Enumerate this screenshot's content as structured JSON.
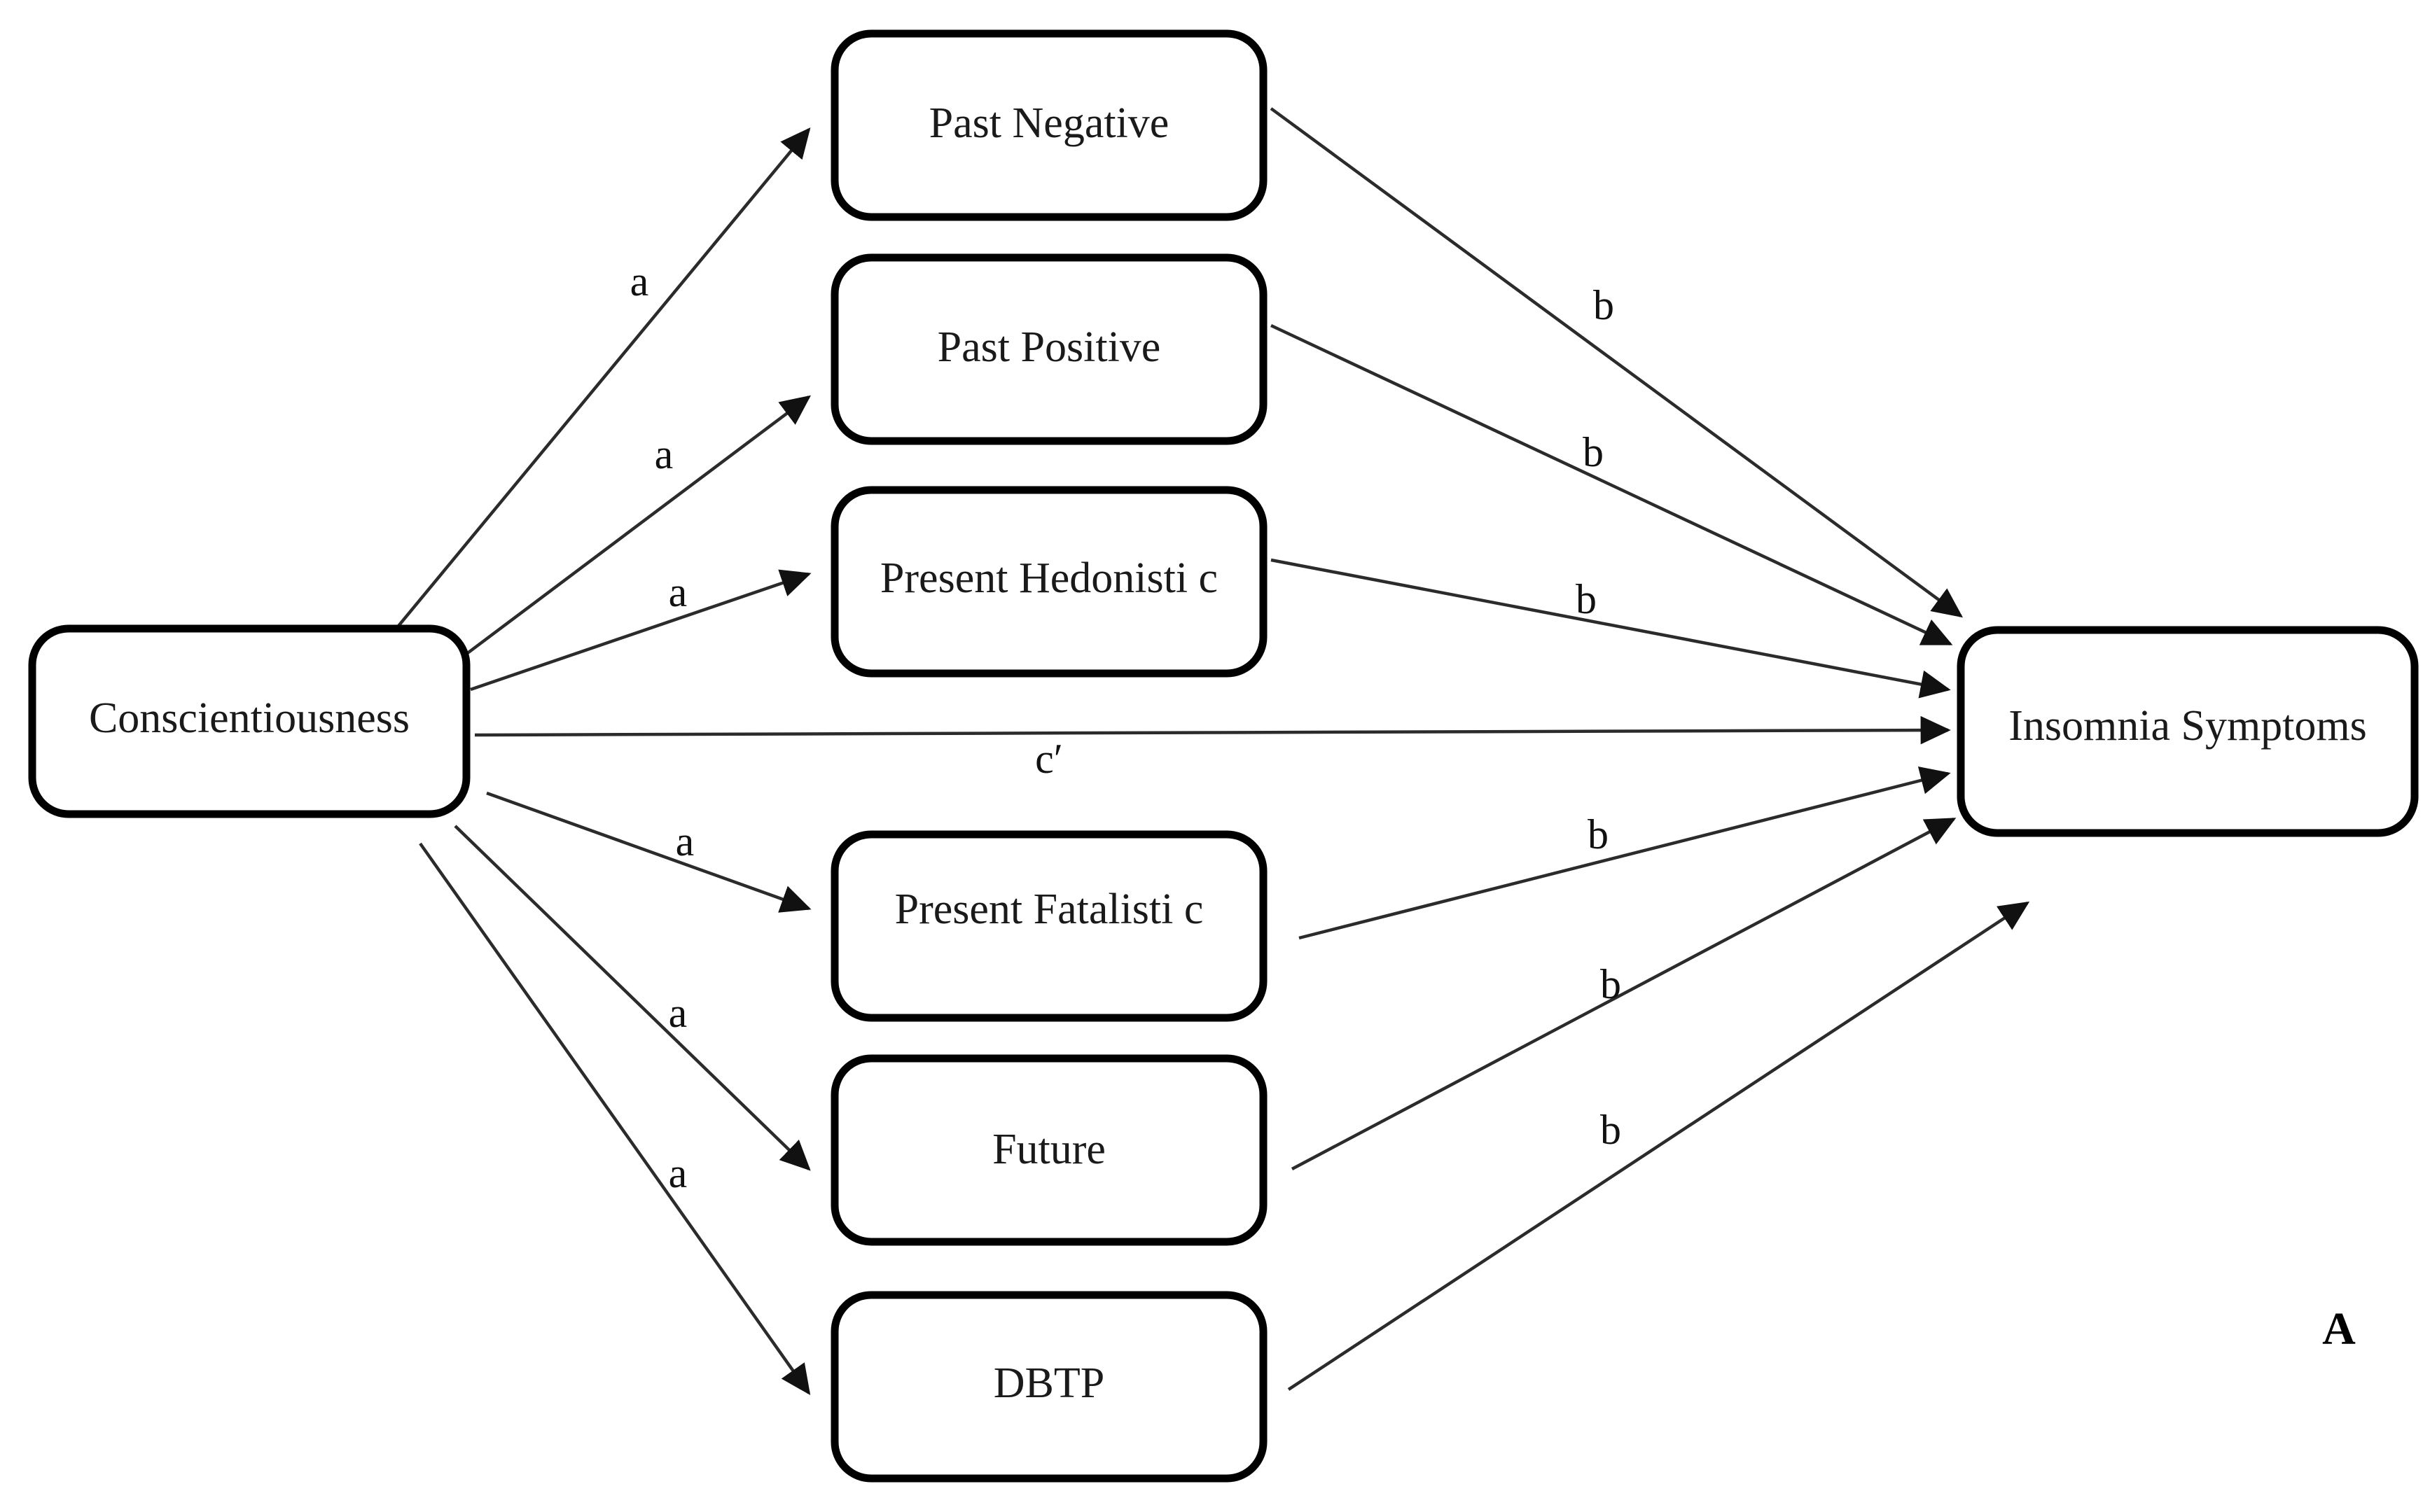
{
  "figure": {
    "panel_label": "A",
    "predictor": {
      "label": "Conscientiousness"
    },
    "outcome": {
      "label": "Insomnia Symptoms"
    },
    "mediators": [
      {
        "id": "past-negative",
        "label": "Past Negative"
      },
      {
        "id": "past-positive",
        "label": "Past Positive"
      },
      {
        "id": "present-hedonistic",
        "label": "Present Hedonisti c"
      },
      {
        "id": "present-fatalistic",
        "label": "Present Fatalisti c"
      },
      {
        "id": "future",
        "label": "Future"
      },
      {
        "id": "dbtp",
        "label": "DBTP"
      }
    ],
    "path_labels": {
      "a": "a",
      "b": "b",
      "direct": "c′"
    },
    "a_paths": [
      {
        "target": "past-negative",
        "label": "a"
      },
      {
        "target": "past-positive",
        "label": "a"
      },
      {
        "target": "present-hedonistic",
        "label": "a"
      },
      {
        "target": "present-fatalistic",
        "label": "a"
      },
      {
        "target": "future",
        "label": "a"
      },
      {
        "target": "dbtp",
        "label": "a"
      }
    ],
    "b_paths": [
      {
        "source": "past-negative",
        "label": "b"
      },
      {
        "source": "past-positive",
        "label": "b"
      },
      {
        "source": "present-hedonistic",
        "label": "b"
      },
      {
        "source": "present-fatalistic",
        "label": "b"
      },
      {
        "source": "future",
        "label": "b"
      },
      {
        "source": "dbtp",
        "label": "b"
      }
    ],
    "direct_path": {
      "label": "c′"
    },
    "colors": {
      "background": "#ffffff",
      "box_stroke": "#000000",
      "box_fill": "#ffffff",
      "line": "#2b2b2b",
      "text": "#111111"
    }
  }
}
